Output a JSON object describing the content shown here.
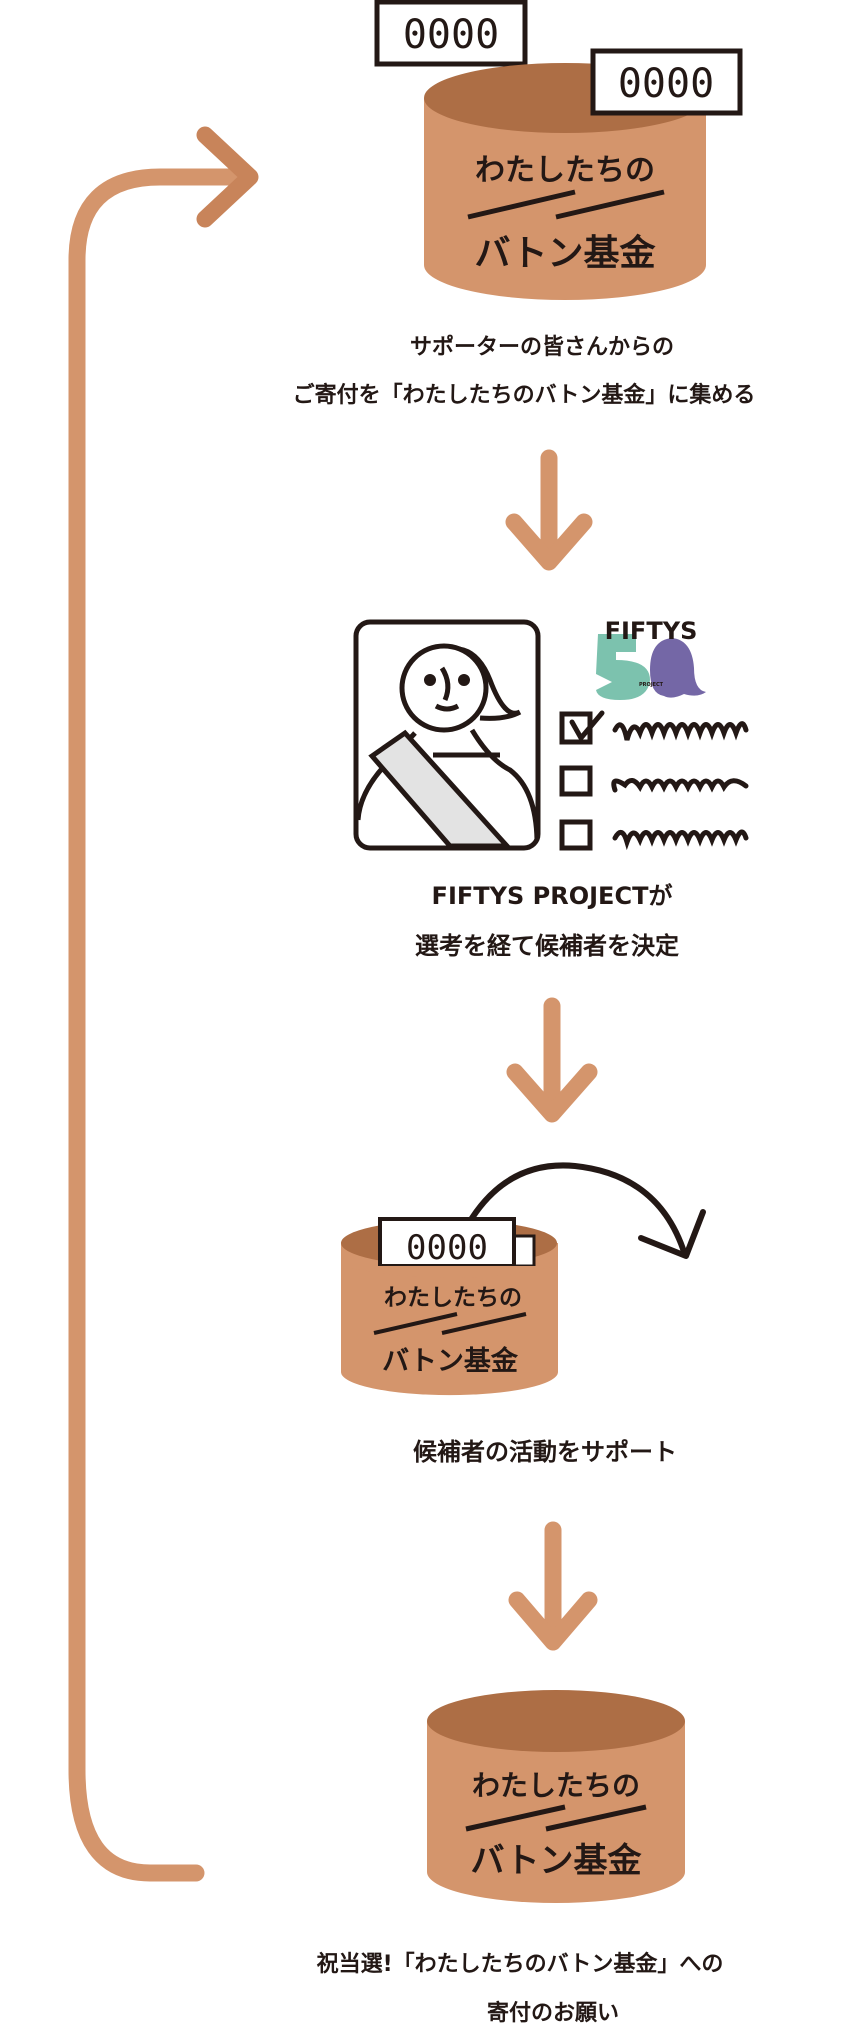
{
  "colors": {
    "body": "#d4956c",
    "top": "#ad6e45",
    "arrow": "#d4956c",
    "ink": "#231815",
    "logo_green": "#7cc2ae",
    "logo_purple": "#7467a6"
  },
  "fund": {
    "line1": "わたしたちの",
    "line2": "バトン基金"
  },
  "bill_label": "0000",
  "logo": {
    "name": "FIFTYS",
    "sub": "PROJECT",
    "numeral": "5"
  },
  "steps": [
    {
      "line1": "サポーターの皆さんからの",
      "line2": "ご寄付を「わたしたちのバトン基金」に集める"
    },
    {
      "line1": "FIFTYS PROJECTが",
      "line2": "選考を経て候補者を決定"
    },
    {
      "line1": "候補者の活動をサポート"
    },
    {
      "line1": "祝当選!「わたしたちのバトン基金」への",
      "line2": "寄付のお願い"
    }
  ]
}
